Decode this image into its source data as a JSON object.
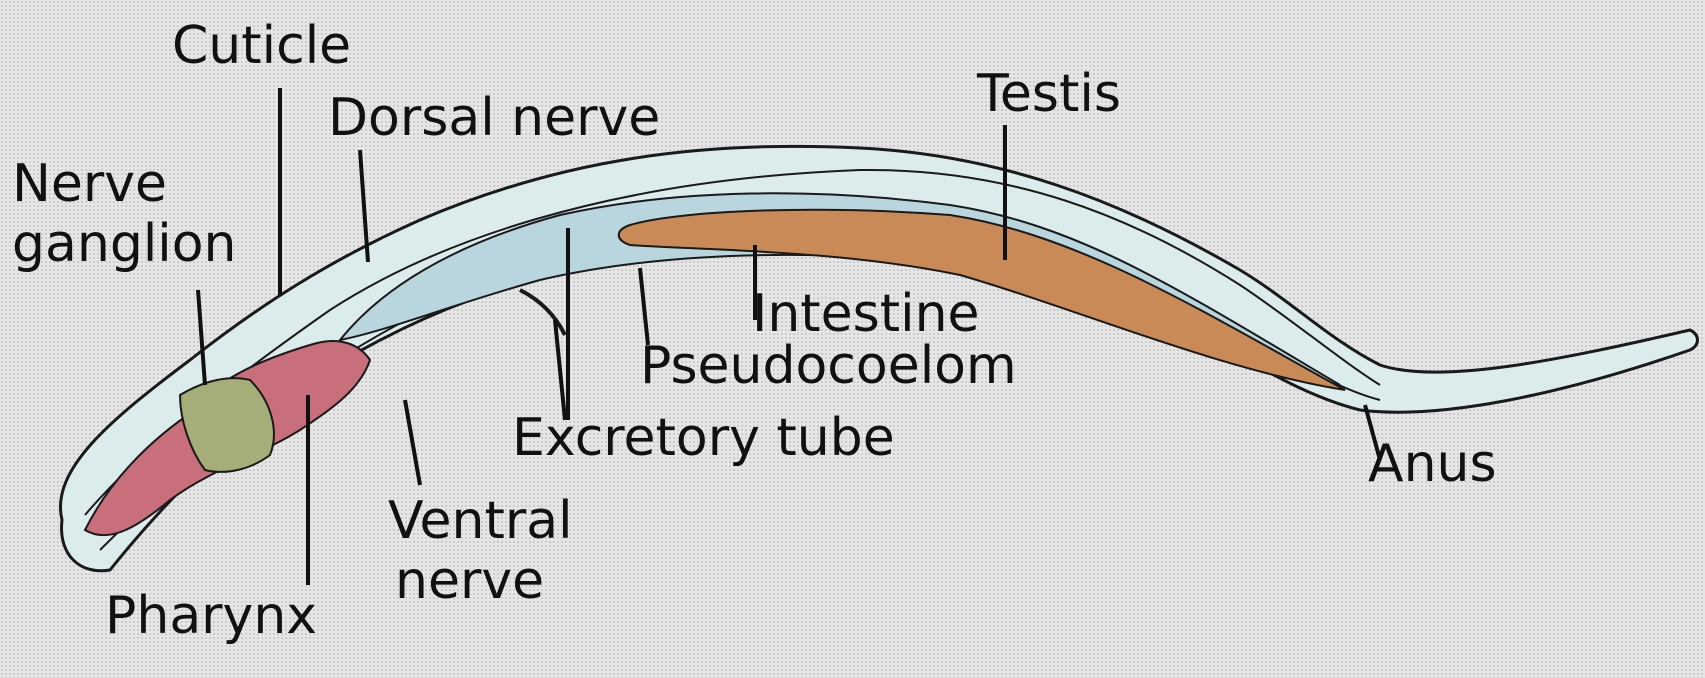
{
  "labels": {
    "cuticle": "Cuticle",
    "dorsal_nerve": "Dorsal nerve",
    "testis": "Testis",
    "nerve_ganglion_line1": "Nerve",
    "nerve_ganglion_line2": "ganglion",
    "intestine": "Intestine",
    "pseudocoelom": "Pseudocoelom",
    "excretory_tube": "Excretory tube",
    "anus": "Anus",
    "ventral_nerve_line1": "Ventral",
    "ventral_nerve_line2": "nerve",
    "pharynx": "Pharynx"
  },
  "colors": {
    "body_fill": "#dcecec",
    "cavity_fill": "#b9d6df",
    "pharynx_fill": "#c96f7c",
    "ganglion_fill": "#a5ad78",
    "intestine_fill": "#c98a57",
    "outline": "#1a1a1a",
    "leader_lines": "#111111"
  }
}
